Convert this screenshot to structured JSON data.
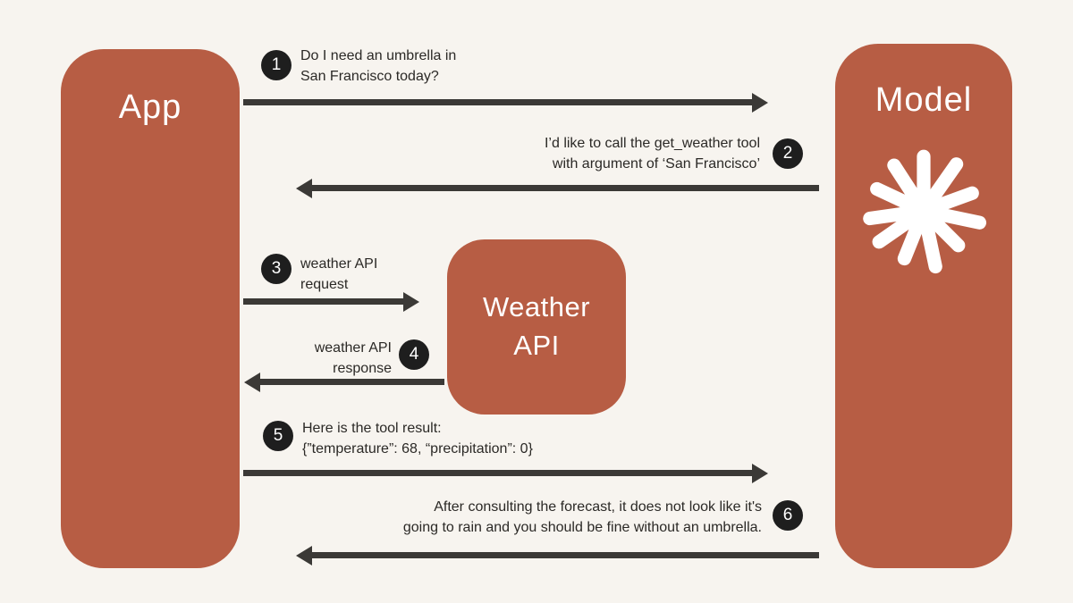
{
  "colors": {
    "background": "#f7f4ef",
    "node_fill": "#b75d44",
    "node_text": "#ffffff",
    "arrow": "#3b3936",
    "badge_fill": "#1e1e1e",
    "badge_text": "#ffffff",
    "label_text": "#2b2926"
  },
  "nodes": {
    "app": {
      "label": "App"
    },
    "model": {
      "label": "Model"
    },
    "weather_api": {
      "line1": "Weather",
      "line2": "API"
    }
  },
  "messages": [
    {
      "step": "1",
      "from": "App",
      "to": "Model",
      "line1": "Do I need an umbrella in",
      "line2": "San Francisco today?"
    },
    {
      "step": "2",
      "from": "Model",
      "to": "App",
      "line1": "I’d like to call the get_weather tool",
      "line2": "with argument of ‘San Francisco’"
    },
    {
      "step": "3",
      "from": "App",
      "to": "Weather API",
      "line1": "weather API",
      "line2": "request"
    },
    {
      "step": "4",
      "from": "Weather API",
      "to": "App",
      "line1": "weather API",
      "line2": "response"
    },
    {
      "step": "5",
      "from": "App",
      "to": "Model",
      "line1": "Here is the tool result:",
      "line2": "{”temperature”: 68, “precipitation”: 0}"
    },
    {
      "step": "6",
      "from": "Model",
      "to": "App",
      "line1": "After consulting the forecast, it does not look like it's",
      "line2": "going to rain and you should be fine without an umbrella."
    }
  ]
}
